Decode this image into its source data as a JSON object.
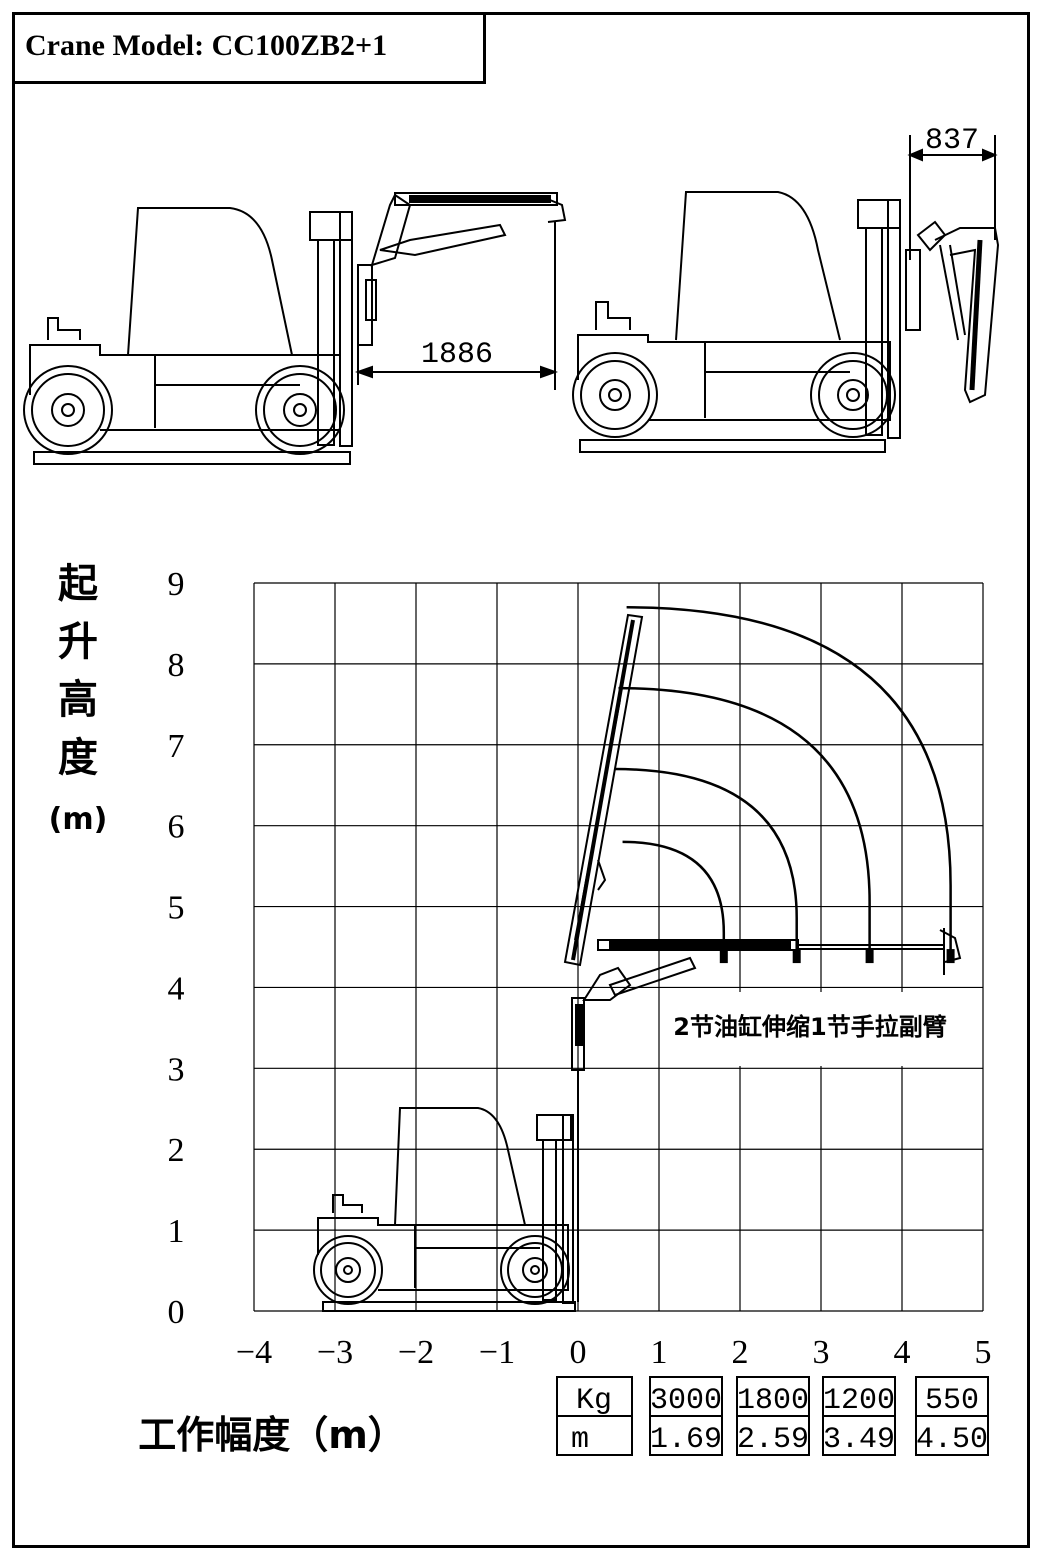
{
  "title": "Crane Model: CC100ZB2+1",
  "side_views": {
    "reach_dimension": "1886",
    "folded_dimension": "837"
  },
  "diagram": {
    "y_axis_label_chars": [
      "起",
      "升",
      "高",
      "度",
      "(m)"
    ],
    "x_axis_label": "工作幅度（m）",
    "x_ticks": [
      "-4",
      "-3",
      "-2",
      "-1",
      "0",
      "1",
      "2",
      "3",
      "4",
      "5"
    ],
    "y_ticks": [
      "0",
      "1",
      "2",
      "3",
      "4",
      "5",
      "6",
      "7",
      "8",
      "9"
    ],
    "annotation": "2节油缸伸缩1节手拉副臂"
  },
  "load_table": {
    "header": [
      "Kg",
      "m"
    ],
    "columns": [
      {
        "kg": "3000",
        "m": "1.69"
      },
      {
        "kg": "1800",
        "m": "2.59"
      },
      {
        "kg": "1200",
        "m": "3.49"
      },
      {
        "kg": "550",
        "m": "4.50"
      }
    ]
  },
  "arcs": [
    {
      "max_height": 5.8,
      "reach": 1.8
    },
    {
      "max_height": 6.7,
      "reach": 2.7
    },
    {
      "max_height": 7.7,
      "reach": 3.6
    },
    {
      "max_height": 8.7,
      "reach": 4.6
    }
  ]
}
